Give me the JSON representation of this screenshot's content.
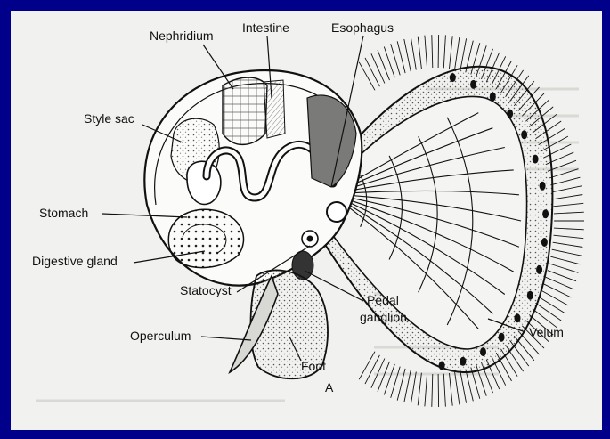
{
  "figure": {
    "panel_letter": "A",
    "background_color": "#00008b",
    "paper_color": "#f1f1ef"
  },
  "labels": {
    "nephridium": "Nephridium",
    "intestine": "Intestine",
    "esophagus": "Esophagus",
    "style_sac": "Style sac",
    "stomach": "Stomach",
    "digestive_gland": "Digestive gland",
    "statocyst": "Statocyst",
    "operculum": "Operculum",
    "pedal_ganglion_line1": "Pedal",
    "pedal_ganglion_line2": "ganglion",
    "foot": "Foot",
    "velum": "Velum"
  }
}
